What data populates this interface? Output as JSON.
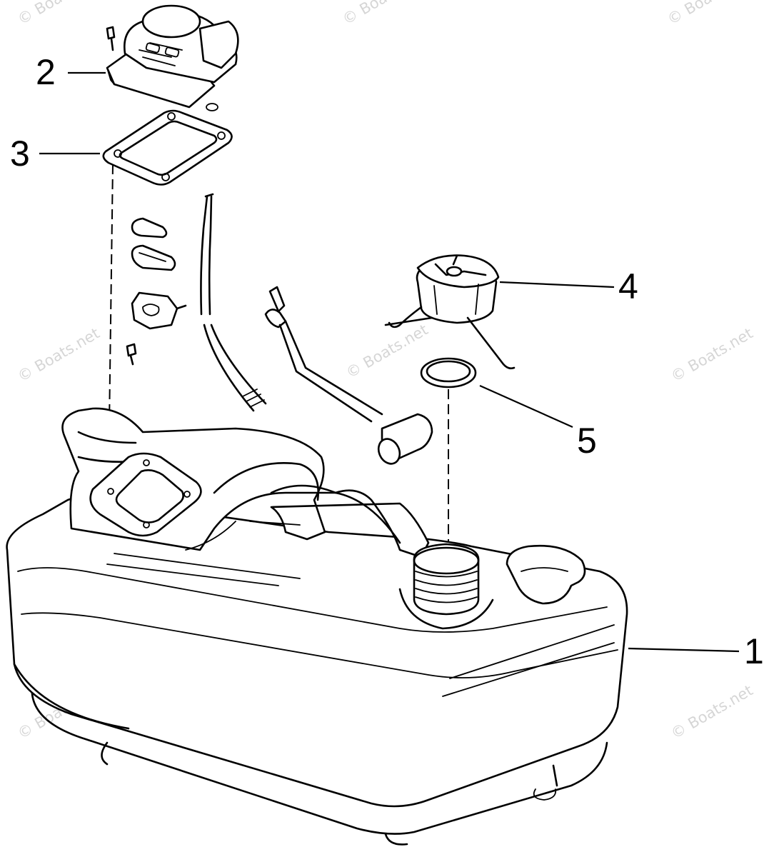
{
  "callouts": [
    {
      "id": "1",
      "label": "1"
    },
    {
      "id": "2",
      "label": "2"
    },
    {
      "id": "3",
      "label": "3"
    },
    {
      "id": "4",
      "label": "4"
    },
    {
      "id": "5",
      "label": "5"
    }
  ],
  "watermark": "© Boats.net",
  "colors": {
    "ink": "#000000",
    "paper": "#ffffff"
  }
}
